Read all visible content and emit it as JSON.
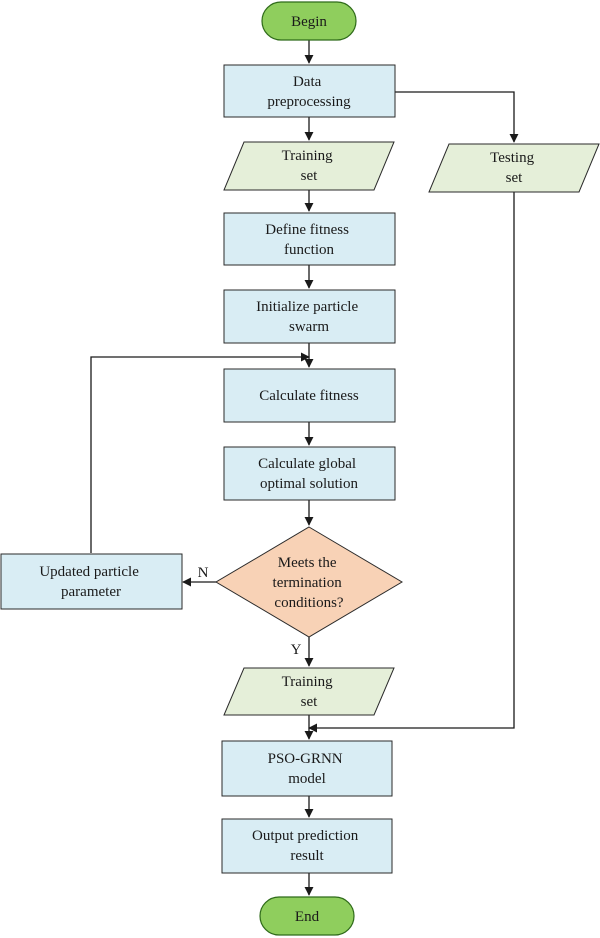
{
  "diagram": {
    "nodes": {
      "begin": {
        "lines": [
          "Begin"
        ],
        "shape": "terminal",
        "fill": "#8fce5d"
      },
      "data_preprocessing": {
        "lines": [
          "Data",
          "preprocessing"
        ],
        "shape": "process",
        "fill": "#d9edf4"
      },
      "training_set_1": {
        "lines": [
          "Training",
          "set"
        ],
        "shape": "data",
        "fill": "#e5efd9"
      },
      "testing_set": {
        "lines": [
          "Testing",
          "set"
        ],
        "shape": "data",
        "fill": "#e5efd9"
      },
      "define_fitness": {
        "lines": [
          "Define fitness",
          "function"
        ],
        "shape": "process",
        "fill": "#d9edf4"
      },
      "initialize_swarm": {
        "lines": [
          "Initialize particle",
          "swarm"
        ],
        "shape": "process",
        "fill": "#d9edf4"
      },
      "calculate_fitness": {
        "lines": [
          "Calculate fitness"
        ],
        "shape": "process",
        "fill": "#d9edf4"
      },
      "global_optimal": {
        "lines": [
          "Calculate global",
          "optimal solution"
        ],
        "shape": "process",
        "fill": "#d9edf4"
      },
      "termination": {
        "lines": [
          "Meets the",
          "termination",
          "conditions?"
        ],
        "shape": "decision",
        "fill": "#f8d2b6"
      },
      "update_particle": {
        "lines": [
          "Updated particle",
          "parameter"
        ],
        "shape": "process",
        "fill": "#d9edf4"
      },
      "training_set_2": {
        "lines": [
          "Training",
          "set"
        ],
        "shape": "data",
        "fill": "#e5efd9"
      },
      "pso_grnn": {
        "lines": [
          "PSO-GRNN",
          "model"
        ],
        "shape": "process",
        "fill": "#d9edf4"
      },
      "output_result": {
        "lines": [
          "Output prediction",
          "result"
        ],
        "shape": "process",
        "fill": "#d9edf4"
      },
      "end": {
        "lines": [
          "End"
        ],
        "shape": "terminal",
        "fill": "#8fce5d"
      }
    },
    "edge_labels": {
      "no": "N",
      "yes": "Y"
    },
    "colors": {
      "stroke": "#1a1a1a",
      "terminal_stroke": "#2f6b1a",
      "box_stroke": "#2a2a2a"
    }
  }
}
